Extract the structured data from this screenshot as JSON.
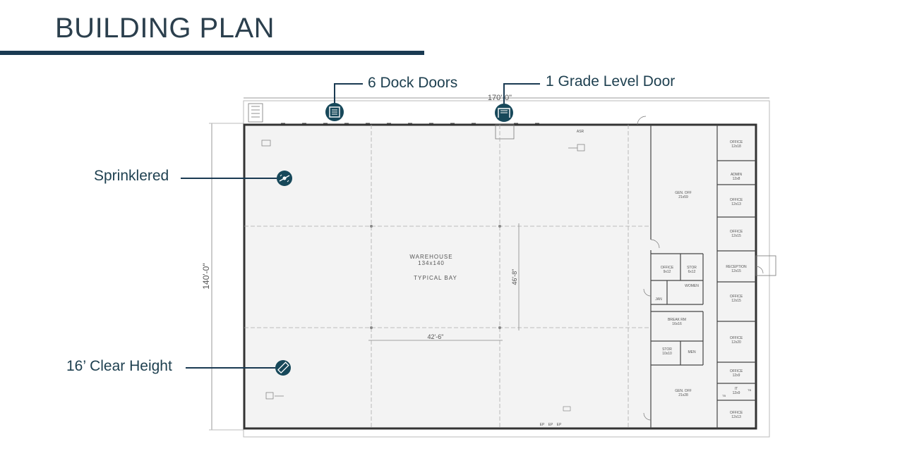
{
  "title": "BUILDING PLAN",
  "callouts": {
    "dock_doors": "6 Dock Doors",
    "grade_door": "1 Grade Level Door",
    "sprinklered": "Sprinklered",
    "clear_height": "16’ Clear Height"
  },
  "icons": {
    "dock_doors": "dock-door-icon",
    "grade_door": "grade-door-icon",
    "sprinklered": "sprinkler-icon",
    "clear_height": "ruler-icon"
  },
  "dimensions": {
    "width": "170'-0\"",
    "depth": "140'-0\"",
    "bay_width": "42'-6\"",
    "bay_depth": "46'-8\""
  },
  "warehouse": {
    "name": "WAREHOUSE",
    "size": "134x140",
    "bay_label": "TYPICAL BAY"
  },
  "rooms": [
    {
      "name": "OFFICE",
      "size": "12x18"
    },
    {
      "name": "ADMIN",
      "size": "12x8"
    },
    {
      "name": "OFFICE",
      "size": "12x13"
    },
    {
      "name": "OFFICE",
      "size": "12x15"
    },
    {
      "name": "RECEPTION",
      "size": "12x15"
    },
    {
      "name": "OFFICE",
      "size": "12x15"
    },
    {
      "name": "OFFICE",
      "size": "12x20"
    },
    {
      "name": "OFFICE",
      "size": "12x9"
    },
    {
      "name": "IT",
      "size": "12x9"
    },
    {
      "name": "OFFICE",
      "size": "12x13"
    },
    {
      "name": "GEN. OFF",
      "size": "21x59"
    },
    {
      "name": "GEN. OFF",
      "size": "21x28"
    },
    {
      "name": "OFFICE",
      "size": "9x12"
    },
    {
      "name": "STOR",
      "size": "6x12"
    },
    {
      "name": "WOMEN",
      "size": ""
    },
    {
      "name": "JAN",
      "size": ""
    },
    {
      "name": "BREAK RM",
      "size": "16x16"
    },
    {
      "name": "STOR",
      "size": "10x10"
    },
    {
      "name": "MEN",
      "size": ""
    }
  ],
  "misc_labels": {
    "asr": "ASR",
    "ep": "EP",
    "tb": "TB"
  },
  "colors": {
    "accent": "#1a3a52",
    "icon_fill": "#17485a"
  }
}
